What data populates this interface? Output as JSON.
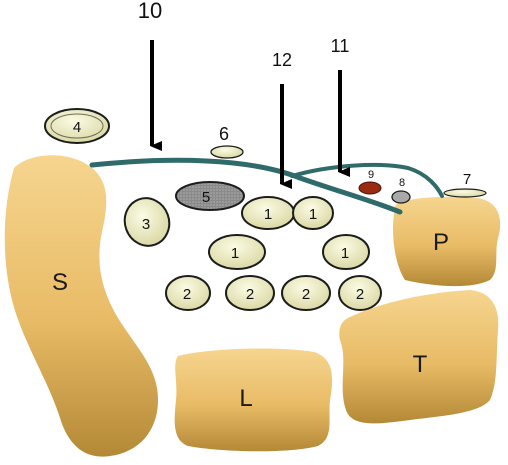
{
  "colors": {
    "bone_light": "#f3cf86",
    "bone_dark": "#b98d3b",
    "oval_fill": "#e7e6b0",
    "oval_stroke": "#1c1c1c",
    "membrane": "#2f6b6b",
    "grey_oval": "#8c8c8c",
    "red_oval": "#9a2a10",
    "small_grey_oval": "#a9a9a9",
    "arrow": "#000000"
  },
  "arrows": {
    "a10": {
      "label": "10"
    },
    "a12": {
      "label": "12"
    },
    "a11": {
      "label": "11"
    }
  },
  "bones": {
    "S": {
      "label": "S"
    },
    "P": {
      "label": "P"
    },
    "L": {
      "label": "L"
    },
    "T": {
      "label": "T"
    }
  },
  "structures": {
    "s4": {
      "label": "4"
    },
    "s6": {
      "label": "6"
    },
    "s3": {
      "label": "3"
    },
    "s5": {
      "label": "5"
    },
    "s1a": {
      "label": "1"
    },
    "s1b": {
      "label": "1"
    },
    "s1c": {
      "label": "1"
    },
    "s1d": {
      "label": "1"
    },
    "s2a": {
      "label": "2"
    },
    "s2b": {
      "label": "2"
    },
    "s2c": {
      "label": "2"
    },
    "s2d": {
      "label": "2"
    },
    "s9": {
      "label": "9"
    },
    "s8": {
      "label": "8"
    },
    "s7": {
      "label": "7"
    }
  }
}
